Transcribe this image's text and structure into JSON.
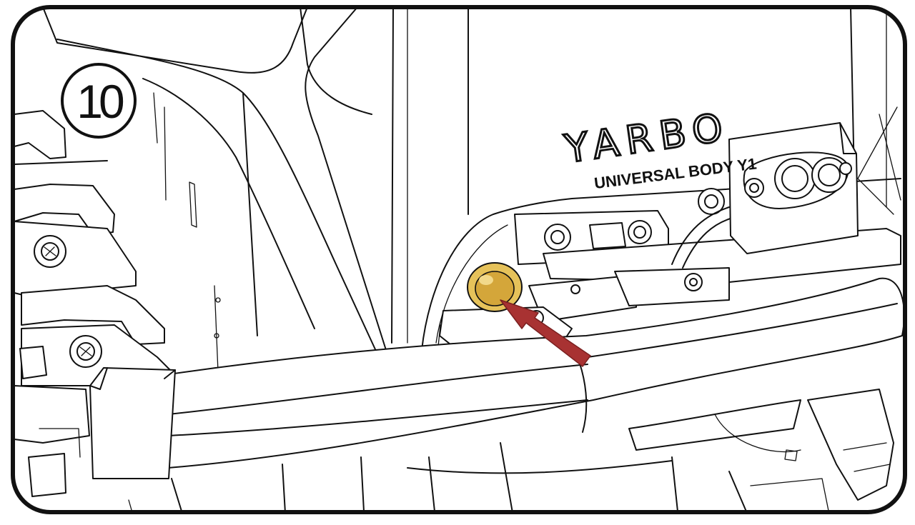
{
  "step": {
    "number": "10"
  },
  "product": {
    "brand": "YARBO",
    "model": "UNIVERSAL BODY Y1"
  },
  "colors": {
    "frame": "#111111",
    "highlight_fill": "#d4a63a",
    "highlight_ring": "#e6c25a",
    "arrow": "#a83232",
    "background": "#ffffff"
  }
}
